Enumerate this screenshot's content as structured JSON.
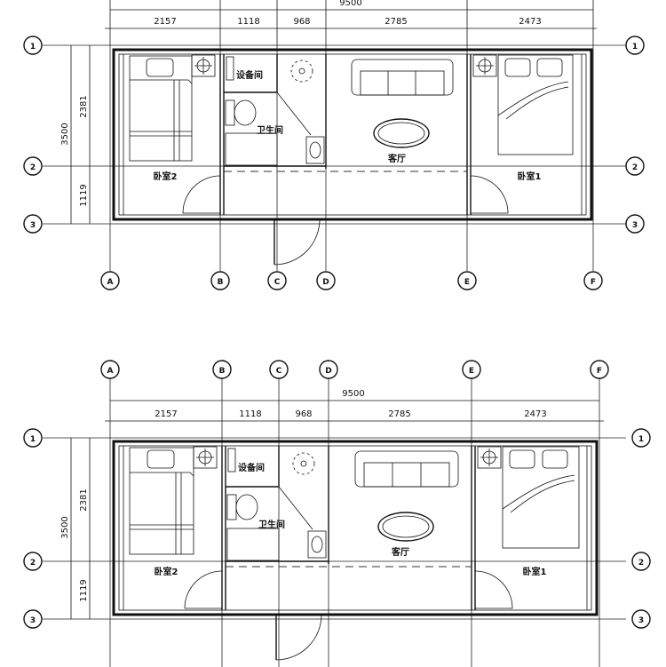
{
  "plan": {
    "total_dimension": "9500",
    "column_dimensions": [
      "2157",
      "1118",
      "968",
      "2785",
      "2473"
    ],
    "row_dimensions": {
      "total": "3500",
      "upper": "2381",
      "lower": "1119"
    },
    "column_axes": [
      "A",
      "B",
      "C",
      "D",
      "E",
      "F"
    ],
    "row_axes": [
      "1",
      "2",
      "3"
    ],
    "rooms": {
      "equipment": "设备间",
      "bathroom": "卫生间",
      "living": "客厅",
      "bedroom2": "卧室2",
      "bedroom1": "卧室1"
    }
  }
}
